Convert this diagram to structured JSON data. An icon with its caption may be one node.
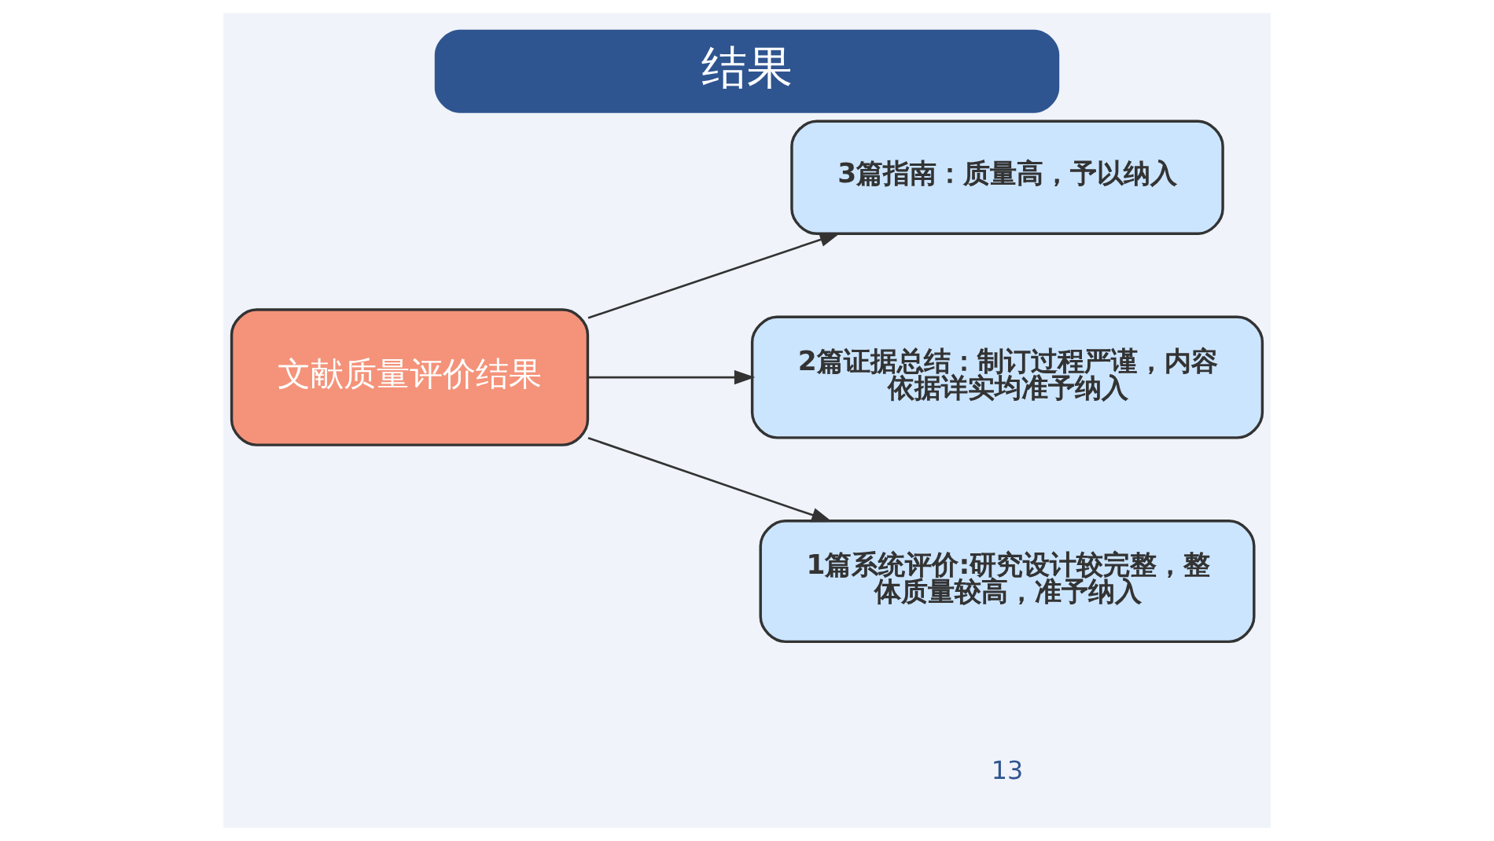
{
  "diagram": {
    "title": "结果",
    "nodes": [
      {
        "text": [
          "文献质量评价结果"
        ]
      },
      {
        "text": [
          "3篇指南：质量高，予以纳入"
        ]
      },
      {
        "text": [
          "2篇证据总结：制订过程严谨，内容依据详实均准予纳入"
        ]
      },
      {
        "text": [
          "1篇系统评价:研究设计较完整，整体质量较高，准予纳入"
        ]
      }
    ],
    "edges": [
      {
        "from": 0,
        "to": 1,
        "arrow": "to"
      },
      {
        "from": 0,
        "to": 2,
        "arrow": "to"
      },
      {
        "from": 0,
        "to": 3,
        "arrow": "to"
      }
    ],
    "labels": [
      "13"
    ]
  }
}
